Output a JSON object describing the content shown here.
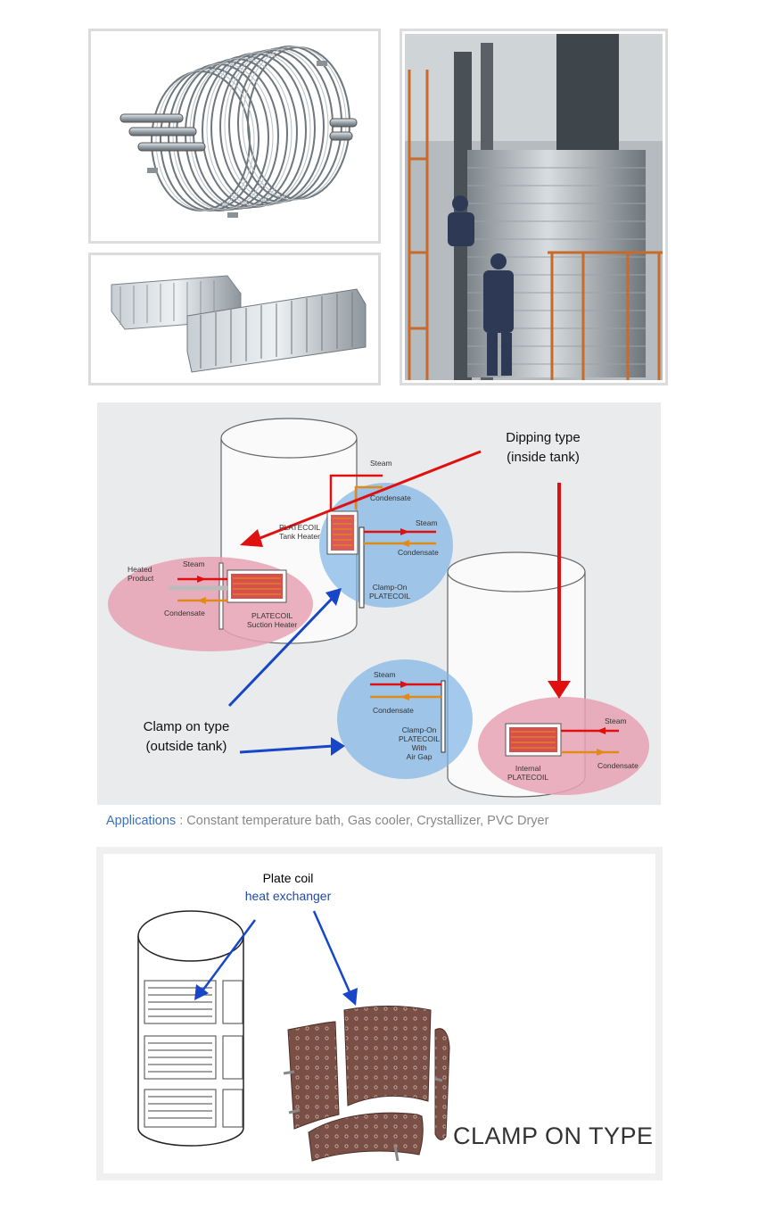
{
  "diagram": {
    "dipping_line1": "Dipping type",
    "dipping_line2": "(inside tank)",
    "clamp_line1": "Clamp on type",
    "clamp_line2": "(outside tank)",
    "labels": {
      "steam": "Steam",
      "condensate": "Condensate",
      "platecoil_tank_heater_1": "PLATECOIL",
      "platecoil_tank_heater_2": "Tank Heater",
      "heated_product_1": "Heated",
      "heated_product_2": "Product",
      "suction_heater_1": "PLATECOIL",
      "suction_heater_2": "Suction Heater",
      "clamp_on_1": "Clamp-On",
      "clamp_on_2": "PLATECOIL",
      "air_gap_1": "Clamp-On",
      "air_gap_2": "PLATECOIL",
      "air_gap_3": "With",
      "air_gap_4": "Air Gap",
      "internal_1": "Internal",
      "internal_2": "PLATECOIL"
    }
  },
  "applications": {
    "key": "Applications",
    "separator": " : ",
    "text": "Constant temperature bath, Gas cooler, Crystallizer, PVC Dryer"
  },
  "bottom": {
    "title_line1": "Plate coil",
    "title_line2": "heat exchanger",
    "clamp_caption": "CLAMP ON TYPE"
  },
  "colors": {
    "steam_red": "#e01010",
    "condensate_orange": "#e08a1a",
    "blue_zone": "#8fc0ea",
    "pink_zone": "#e9a7b8",
    "arrow_blue": "#1746c8",
    "arrow_red": "#e01010"
  }
}
